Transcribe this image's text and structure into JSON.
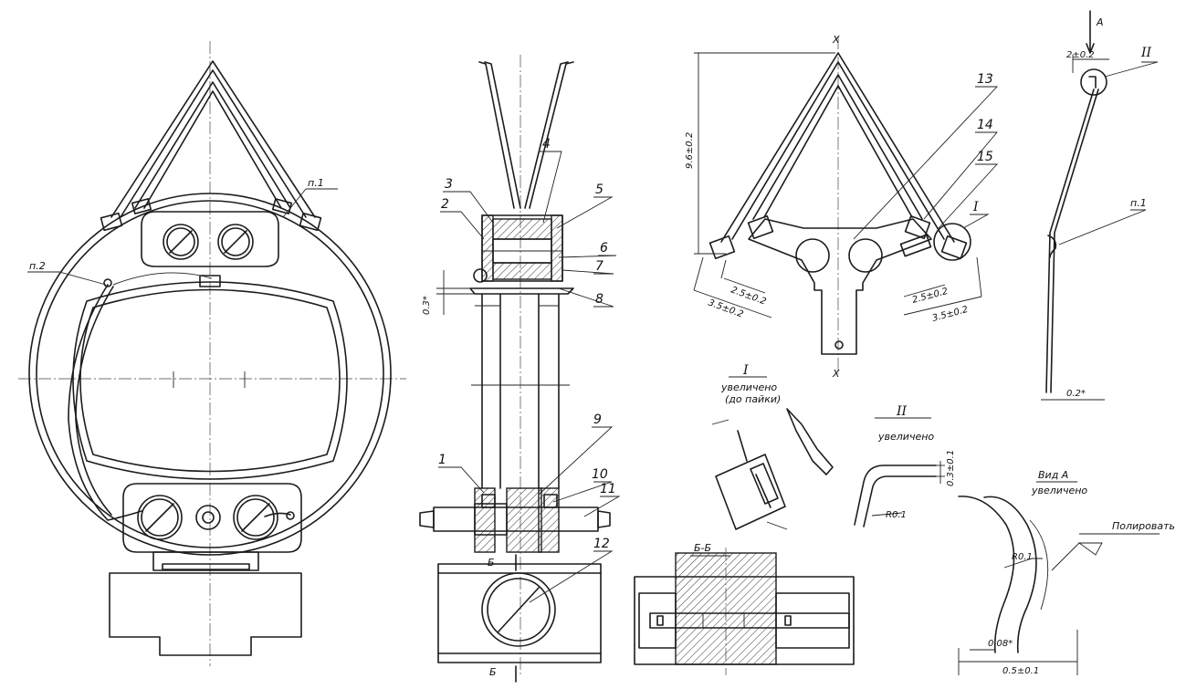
{
  "labels": {
    "n1": "1",
    "n2": "2",
    "n3": "3",
    "n4": "4",
    "n5": "5",
    "n6": "6",
    "n7": "7",
    "n8": "8",
    "n9": "9",
    "n10": "10",
    "n11": "11",
    "n12": "12",
    "n13": "13",
    "n14": "14",
    "n15": "15"
  },
  "points": {
    "p1_left": "п.1",
    "p2_left": "п.2",
    "p1_right": "п.1"
  },
  "sections": {
    "b_letter": "Б",
    "section_bb": "Б-Б",
    "axis_x": "X",
    "view_arrow": "А"
  },
  "dimensions": {
    "h96": "9.6±0.2",
    "a25_l": "2.5±0.2",
    "a35_l": "3.5±0.2",
    "a25_r": "2.5±0.2",
    "a35_r": "3.5±0.2",
    "d03": "0.3*",
    "d2": "2±0.2",
    "d02": "0.2*",
    "r01_ii": "R0.1",
    "d03_ii": "0.3±0.1",
    "r01_a": "R0.1",
    "d008": "0.08*",
    "d05": "0.5±0.1"
  },
  "details": {
    "i_roman": "I",
    "i_caption1": "увеличено",
    "i_caption2": "(до пайки)",
    "ii_roman": "II",
    "ii_caption": "увеличено",
    "view_a_title": "Вид А",
    "view_a_caption": "увеличено",
    "polish": "Полировать",
    "marker_i": "I",
    "marker_ii": "II"
  }
}
